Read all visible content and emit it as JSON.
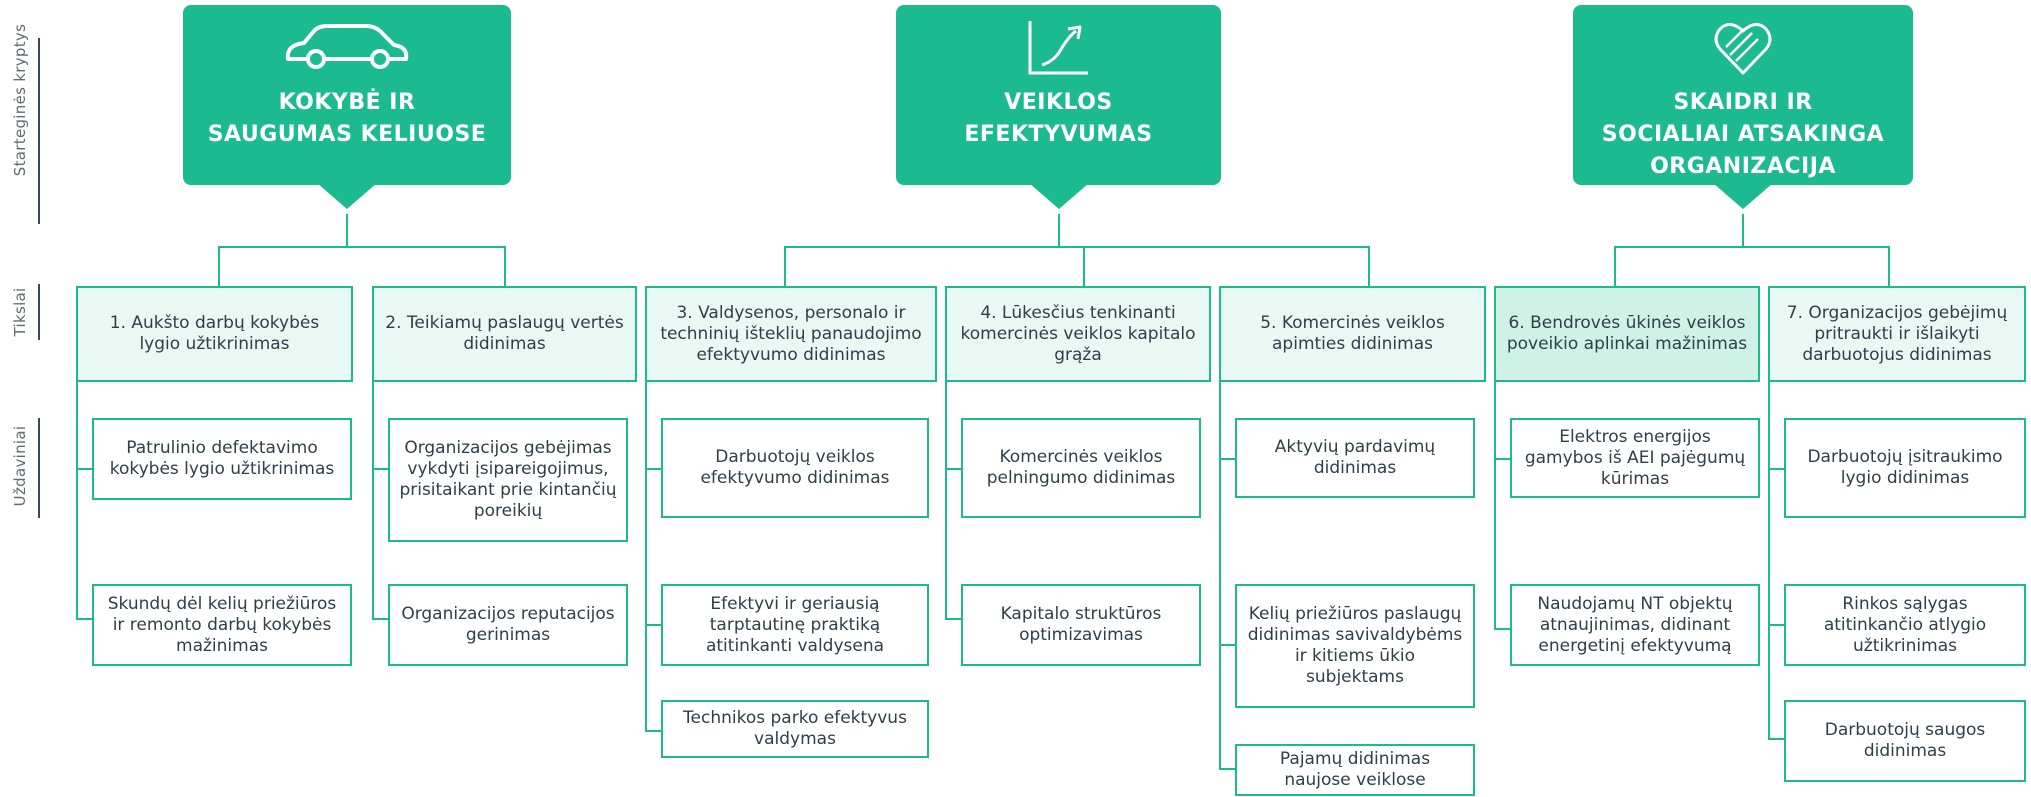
{
  "side_labels": {
    "strategic": "Starteginės kryptys",
    "goals": "Tikslai",
    "tasks": "Uždaviniai"
  },
  "directions": [
    {
      "title_lines": [
        "KOKYBĖ IR",
        "SAUGUMAS KELIUOSE"
      ],
      "icon": "car-icon"
    },
    {
      "title_lines": [
        "VEIKLOS",
        "EFEKTYVUMAS"
      ],
      "icon": "growth-chart-icon"
    },
    {
      "title_lines": [
        "SKAIDRI IR",
        "SOCIALIAI ATSAKINGA",
        "ORGANIZACIJA"
      ],
      "icon": "heart-hands-icon"
    }
  ],
  "goals": [
    {
      "text": "1.  Aukšto darbų kokybės lygio užtikrinimas",
      "tasks": [
        "Patrulinio defektavimo kokybės lygio užtikrinimas",
        "Skundų dėl kelių priežiūros ir remonto darbų kokybės mažinimas"
      ]
    },
    {
      "text": "2.  Teikiamų paslaugų vertės didinimas",
      "tasks": [
        "Organizacijos gebėjimas vykdyti įsipareigojimus, prisitaikant prie kintančių poreikių",
        "Organizacijos reputacijos gerinimas"
      ]
    },
    {
      "text": "3.  Valdysenos, personalo ir techninių išteklių panaudojimo efektyvumo didinimas",
      "tasks": [
        "Darbuotojų veiklos efektyvumo didinimas",
        "Efektyvi ir geriausią tarptautinę praktiką atitinkanti valdysena",
        "Technikos parko efektyvus valdymas"
      ]
    },
    {
      "text": "4.  Lūkesčius tenkinanti komercinės veiklos kapitalo grąža",
      "tasks": [
        "Komercinės veiklos pelningumo didinimas",
        "Kapitalo struktūros optimizavimas"
      ]
    },
    {
      "text": "5.  Komercinės veiklos apimties didinimas",
      "tasks": [
        "Aktyvių pardavimų didinimas",
        "Kelių priežiūros paslaugų didinimas savivaldybėms ir kitiems ūkio subjektams",
        "Pajamų didinimas naujose veiklose"
      ]
    },
    {
      "text": "6.  Bendrovės ūkinės veiklos poveikio aplinkai mažinimas",
      "tasks": [
        "Elektros energijos gamybos iš AEI pajėgumų kūrimas",
        "Naudojamų NT objektų atnaujinimas, didinant energetinį efektyvumą"
      ]
    },
    {
      "text": "7.  Organizacijos gebėjimų pritraukti ir išlaikyti darbuotojus didinimas",
      "tasks": [
        "Darbuotojų įsitraukimo lygio didinimas",
        "Rinkos sąlygas atitinkančio atlygio užtikrinimas",
        "Darbuotojų saugos didinimas"
      ]
    }
  ],
  "colors": {
    "accent": "#1cbb8f",
    "goal_fill": "#e8f8f3",
    "goal_fill_highlight": "#d0f1e6",
    "text": "#2f3f4a"
  }
}
